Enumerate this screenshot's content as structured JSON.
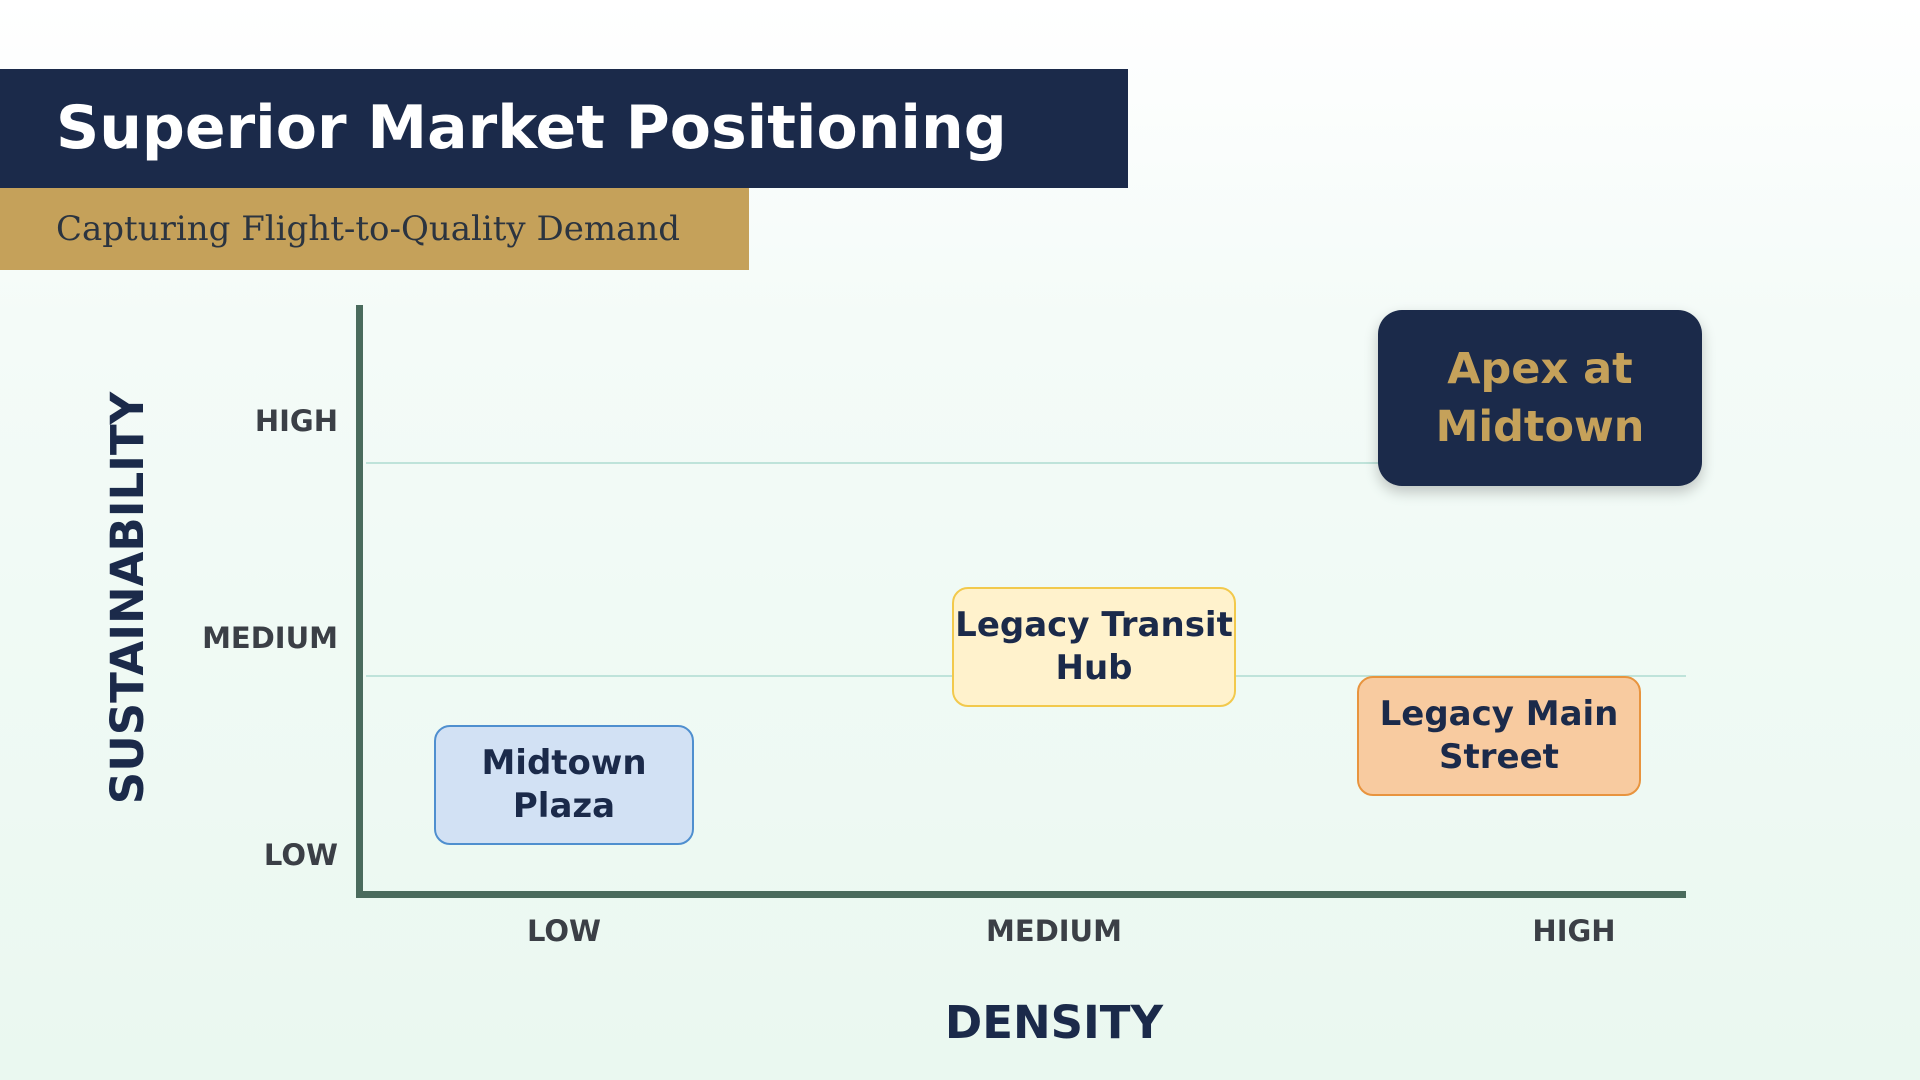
{
  "header": {
    "title": "Superior Market Positioning",
    "subtitle": "Capturing Flight-to-Quality Demand"
  },
  "axes": {
    "y_title": "SUSTAINABILITY",
    "x_title": "DENSITY",
    "y_levels": [
      "HIGH",
      "MEDIUM",
      "LOW"
    ],
    "x_levels": [
      "LOW",
      "MEDIUM",
      "HIGH"
    ]
  },
  "properties": [
    {
      "name": "Apex at Midtown",
      "density": "HIGH",
      "sustainability": "HIGH",
      "fill": "#1b2a4a",
      "text_color": "#c5a15a"
    },
    {
      "name": "Legacy Transit Hub",
      "density": "MEDIUM",
      "sustainability": "MEDIUM",
      "fill": "#fff2cc",
      "border": "#f2c94c"
    },
    {
      "name": "Legacy Main Street",
      "density": "HIGH",
      "sustainability": "MEDIUM-LOW",
      "fill": "#f8cba0",
      "border": "#e8943e"
    },
    {
      "name": "Midtown Plaza",
      "density": "LOW",
      "sustainability": "LOW",
      "fill": "#d2e1f4",
      "border": "#4f8fcf"
    }
  ],
  "colors": {
    "navy": "#1b2a4a",
    "gold": "#c5a15a",
    "axis": "#4a6b5d",
    "grid": "#bfe3da"
  }
}
